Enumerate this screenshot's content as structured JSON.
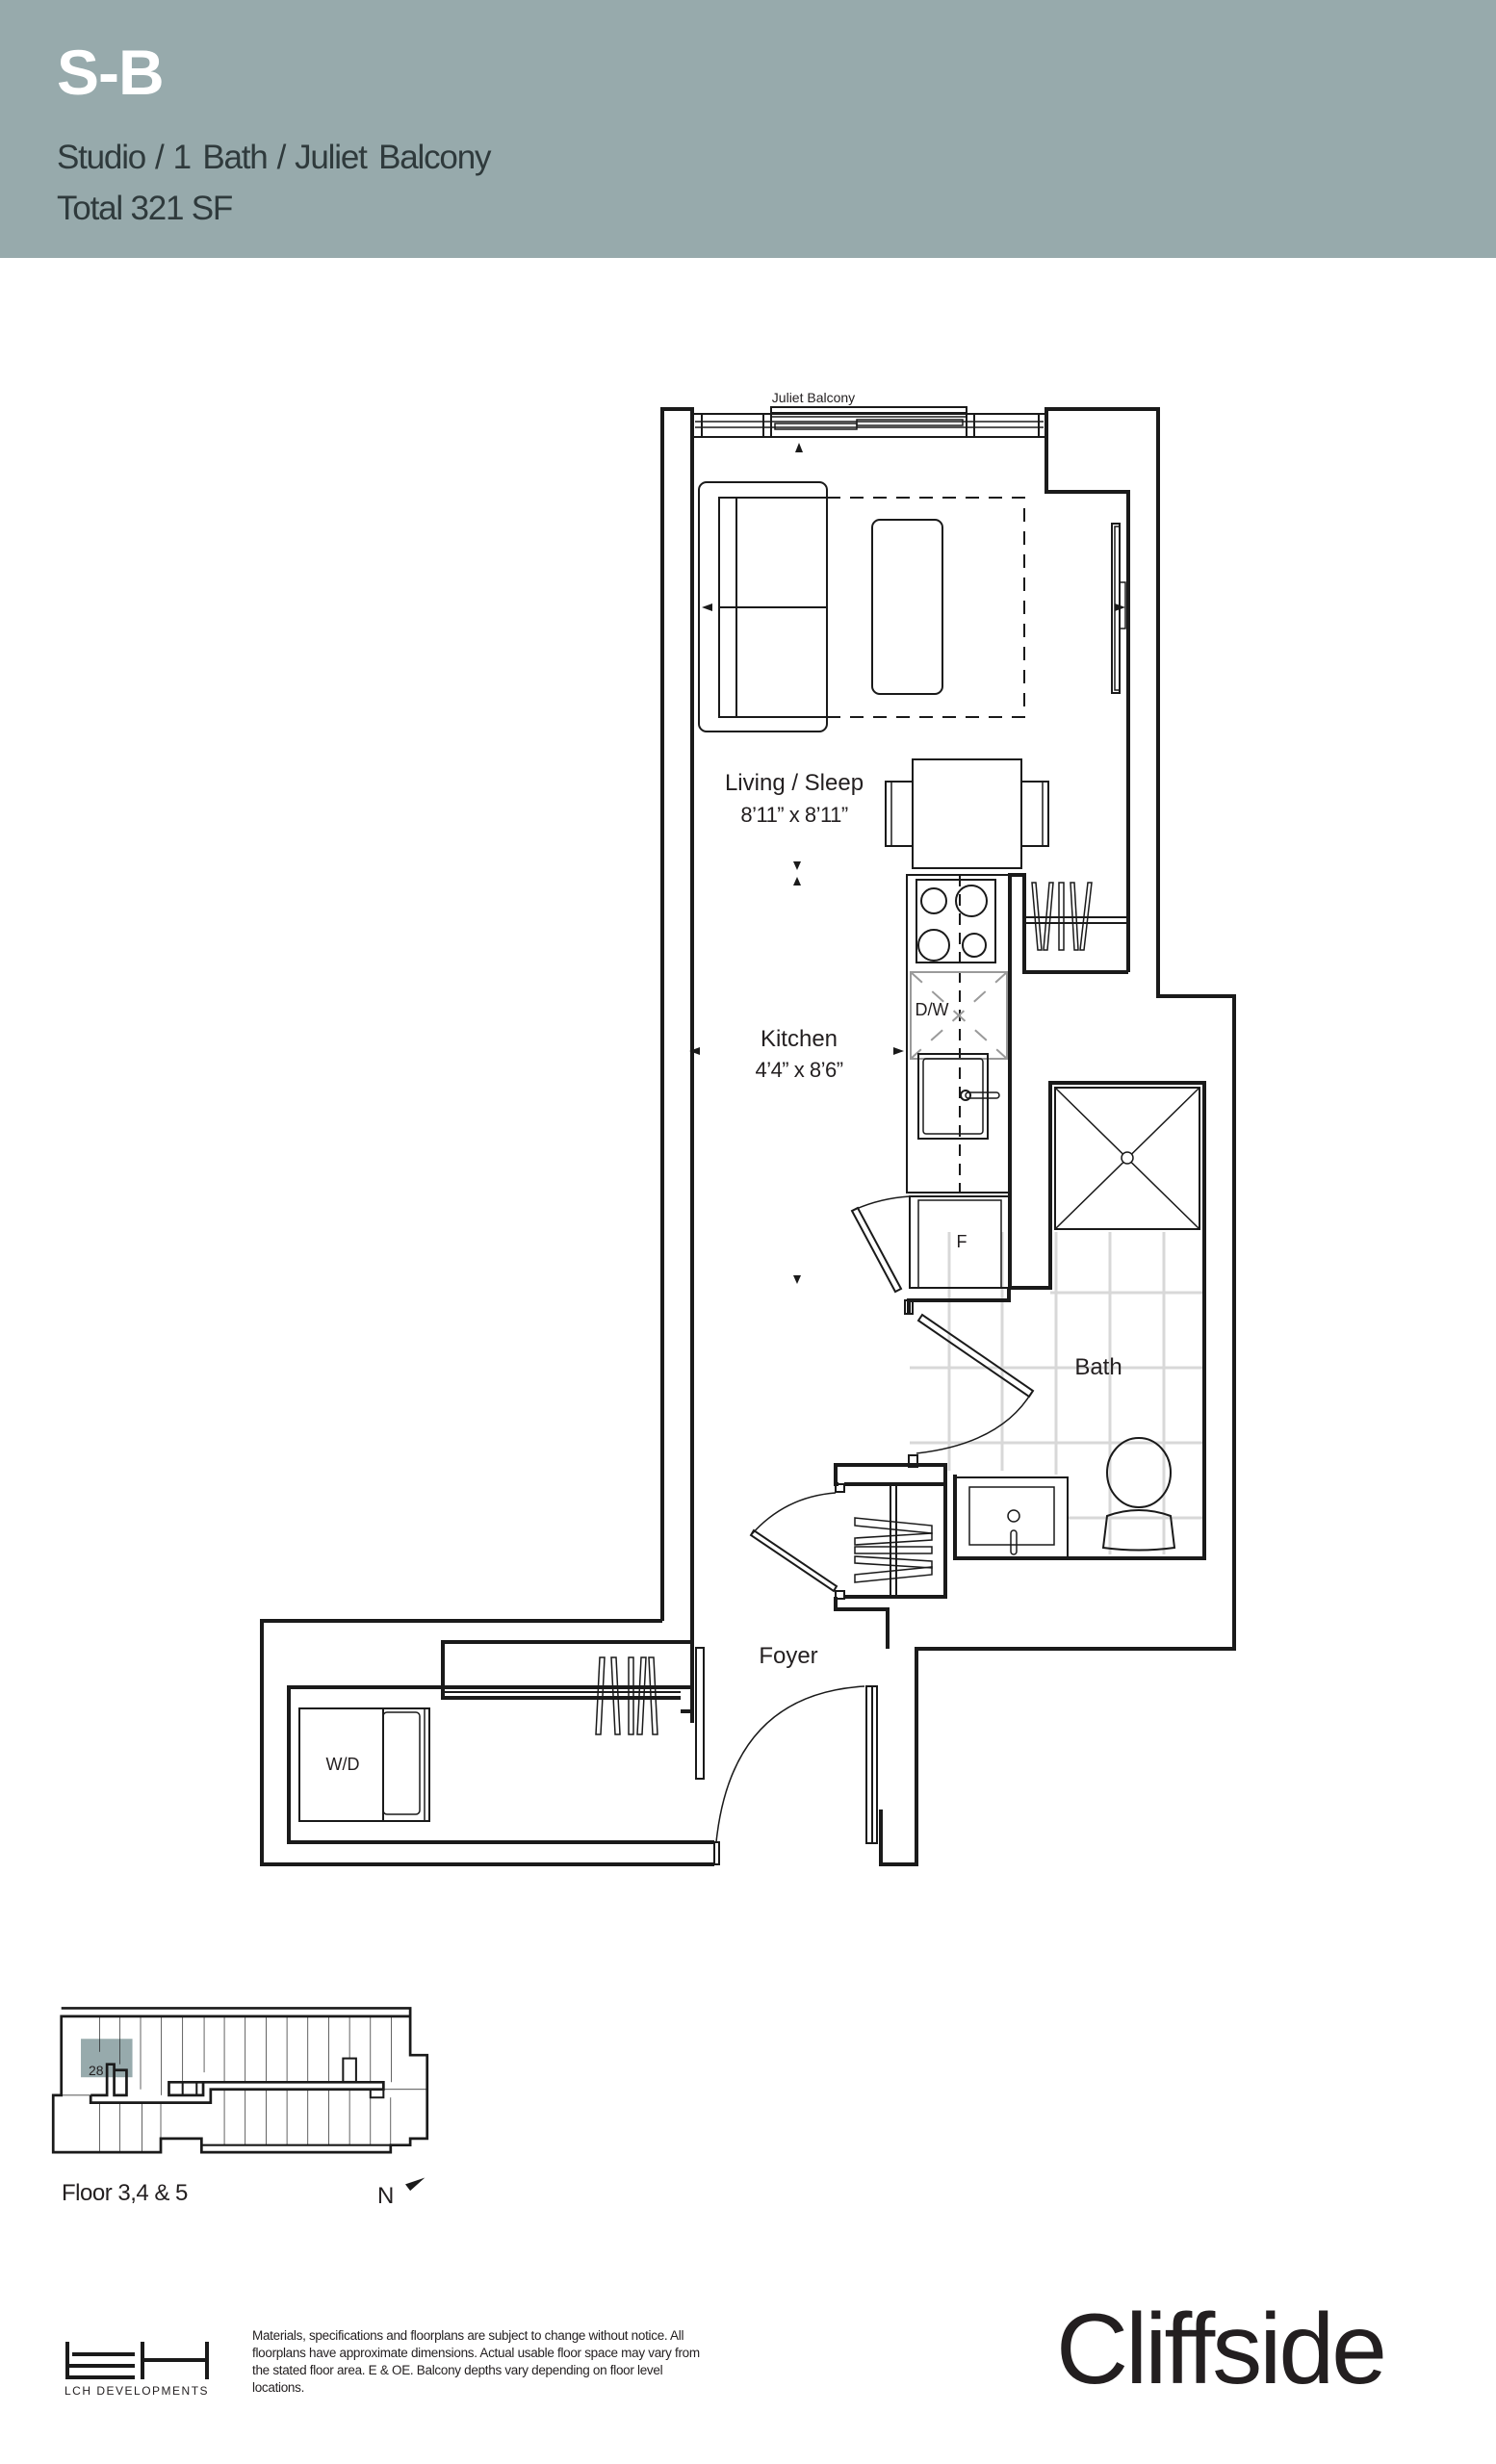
{
  "header": {
    "unit_code": "S-B",
    "unit_type": [
      "Studio",
      "1 Bath",
      "Juliet Balcony"
    ],
    "separator": "/",
    "total_area": "Total 321 SF",
    "background_color": "#97aaac"
  },
  "plan": {
    "balcony_label": "Juliet Balcony",
    "rooms": [
      {
        "name": "Living / Sleep",
        "dimensions": "8’11” x 8’11”"
      },
      {
        "name": "Kitchen",
        "dimensions": "4’4” x 8’6”"
      },
      {
        "name": "Bath",
        "dimensions": ""
      },
      {
        "name": "Foyer",
        "dimensions": ""
      }
    ],
    "fixtures": {
      "dishwasher": "D/W",
      "fridge": "F",
      "washer_dryer": "W/D"
    }
  },
  "key_plan": {
    "unit_number": "28",
    "floor_label": "Floor 3,4 & 5",
    "north_label": "N",
    "highlight_color": "#97aaac"
  },
  "footer": {
    "developer_name": "LCH DEVELOPMENTS",
    "disclaimer": "Materials, specifications and floorplans are subject to change without notice. All floorplans have approximate dimensions. Actual usable floor space may vary from the stated floor area. E & OE. Balcony depths vary depending on floor level locations.",
    "brand": "Cliffside"
  }
}
